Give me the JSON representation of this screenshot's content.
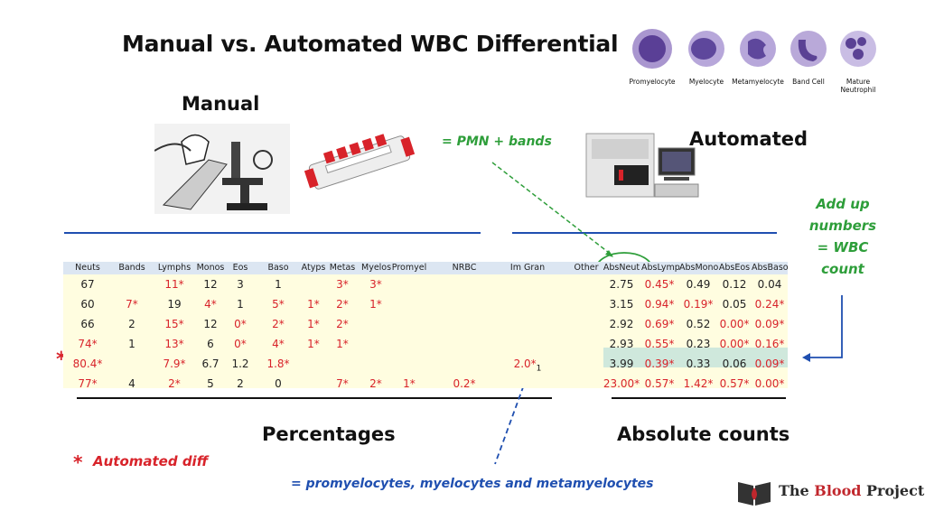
{
  "title": "Manual vs. Automated WBC Differential",
  "manual_label": "Manual",
  "automated_label": "Automated",
  "pmn_note": "= PMN + bands",
  "addup_note": [
    "Add up",
    "numbers",
    "= WBC",
    "count"
  ],
  "percentages_label": "Percentages",
  "absolute_label": "Absolute counts",
  "im_gran_note": "= promyelocytes, myelocytes and metamyelocytes",
  "legend": {
    "star": "*",
    "text": "Automated diff"
  },
  "row_marker": "*",
  "cell_types": [
    "Promyelocyte",
    "Myelocyte",
    "Metamyelocyte",
    "Band Cell",
    "Mature Neutrophil"
  ],
  "brand": {
    "prefix": "The ",
    "highlight": "Blood",
    "suffix": " Project"
  },
  "colors": {
    "red": "#d8232a",
    "green": "#2e9e3a",
    "blue": "#1f4fb0",
    "table_bg": "#fffde0",
    "header_bg": "#dce6f2",
    "highlight_bg": "#cfe8dc"
  },
  "table": {
    "headers": [
      "Neuts",
      "Bands",
      "Lymphs",
      "Monos",
      "Eos",
      "Baso",
      "Atyps",
      "Metas",
      "Myelos",
      "Promyel",
      "NRBC",
      "Im Gran",
      "Other",
      "AbsNeut",
      "AbsLymp",
      "AbsMono",
      "AbsEos",
      "AbsBaso"
    ],
    "rows": [
      [
        "67",
        "",
        "11*",
        "12",
        "3",
        "1",
        "",
        "3*",
        "3*",
        "",
        "",
        "",
        "",
        "2.75",
        "0.45*",
        "0.49",
        "0.12",
        "0.04"
      ],
      [
        "60",
        "7*",
        "19",
        "4*",
        "1",
        "5*",
        "1*",
        "2*",
        "1*",
        "",
        "",
        "",
        "",
        "3.15",
        "0.94*",
        "0.19*",
        "0.05",
        "0.24*"
      ],
      [
        "66",
        "2",
        "15*",
        "12",
        "0*",
        "2*",
        "1*",
        "2*",
        "",
        "",
        "",
        "",
        "",
        "2.92",
        "0.69*",
        "0.52",
        "0.00*",
        "0.09*"
      ],
      [
        "74*",
        "1",
        "13*",
        "6",
        "0*",
        "4*",
        "1*",
        "1*",
        "",
        "",
        "",
        "",
        "",
        "2.93",
        "0.55*",
        "0.23",
        "0.00*",
        "0.16*"
      ],
      [
        "80.4*",
        "",
        "7.9*",
        "6.7",
        "1.2",
        "1.8*",
        "",
        "",
        "",
        "",
        "",
        "2.0*",
        "",
        "3.99",
        "0.39*",
        "0.33",
        "0.06",
        "0.09*"
      ],
      [
        "77*",
        "4",
        "2*",
        "5",
        "2",
        "0",
        "",
        "7*",
        "2*",
        "1*",
        "0.2*",
        "",
        "",
        "23.00*",
        "0.57*",
        "1.42*",
        "0.57*",
        "0.00*"
      ]
    ],
    "im_gran_subscript": "1"
  }
}
